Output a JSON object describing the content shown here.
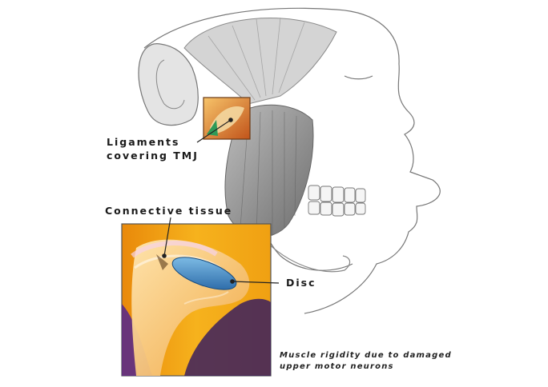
{
  "labels": {
    "ligaments_line1": "Ligaments",
    "ligaments_line2": "covering TMJ",
    "connective_tissue": "Connective tissue",
    "disc": "Disc"
  },
  "caption": {
    "line1": "Muscle rigidity due to damaged",
    "line2": "upper motor neurons"
  },
  "colors": {
    "inset_orange": "#f2a216",
    "inset_purple": "#5b2a86",
    "disc_blue": "#3a86c8",
    "muscle_gray": "#9a9a9a"
  },
  "icons": [
    "head-illustration",
    "jaw-inset-illustration",
    "tmj-inset-illustration"
  ]
}
